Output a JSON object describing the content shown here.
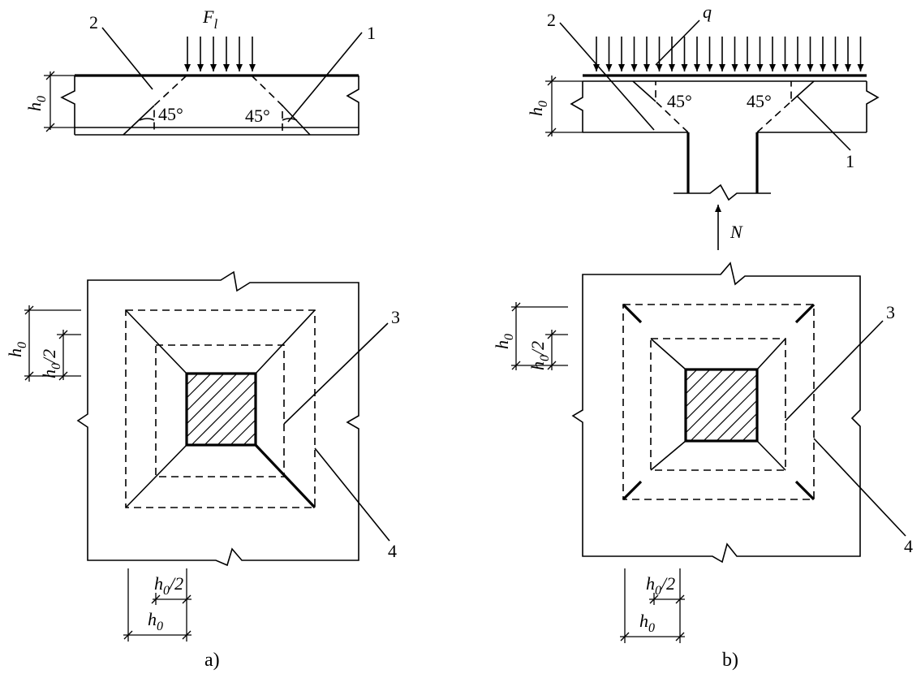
{
  "labels": {
    "a_number_2": "2",
    "a_number_1": "1",
    "a_load": "F",
    "a_load_sub": "l",
    "a_h0": "h",
    "a_angle_left": "45°",
    "a_angle_right": "45°",
    "b_number_2": "2",
    "b_number_1": "1",
    "b_load": "q",
    "b_h0": "h",
    "b_angle_left": "45°",
    "b_angle_right": "45°",
    "b_reaction": "N",
    "plan_a_h0": "h",
    "plan_a_h0_half": "h",
    "plan_a_number_3": "3",
    "plan_a_number_4": "4",
    "plan_a_bottom_h0_half": "h",
    "plan_a_bottom_h0": "h",
    "plan_b_h0": "h",
    "plan_b_h0_half": "h",
    "plan_b_number_3": "3",
    "plan_b_number_4": "4",
    "plan_b_bottom_h0_half": "h",
    "plan_b_bottom_h0": "h",
    "subscript_zero": "0",
    "half_suffix": "/2",
    "caption_a": "a)",
    "caption_b": "b)"
  }
}
